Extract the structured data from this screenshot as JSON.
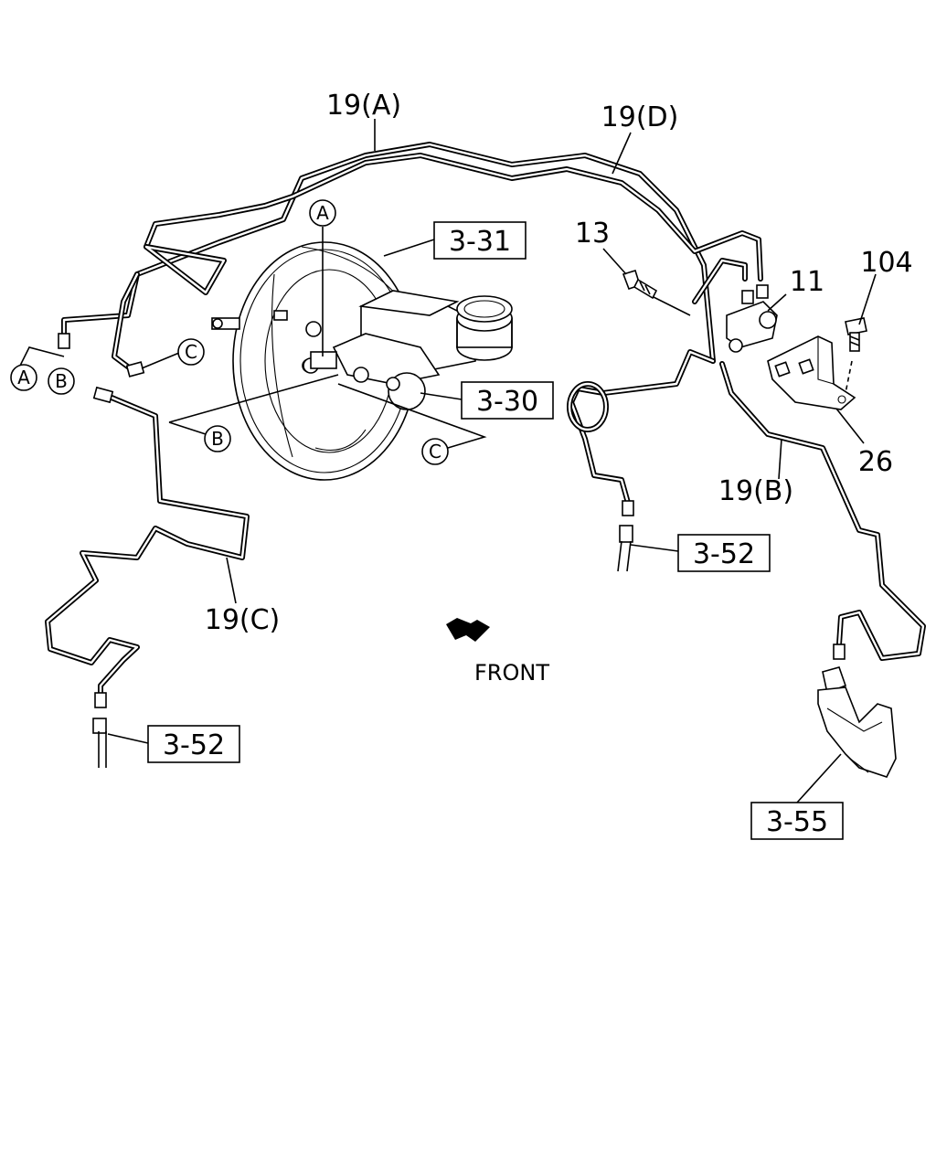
{
  "labels": {
    "pipe_a": "19(A)",
    "pipe_b": "19(B)",
    "pipe_c": "19(C)",
    "pipe_d": "19(D)",
    "bolt_13": "13",
    "valve_11": "11",
    "bolt_104": "104",
    "bracket_26": "26",
    "front": "FRONT"
  },
  "ref_boxes": {
    "booster": "3-31",
    "master_cyl": "3-30",
    "hose_mid": "3-52",
    "hose_left": "3-52",
    "caliper": "3-55"
  },
  "circle_marks": {
    "a_top": "A",
    "a_left": "A",
    "b_left": "B",
    "b_mid": "B",
    "c_left": "C",
    "c_mid": "C"
  }
}
